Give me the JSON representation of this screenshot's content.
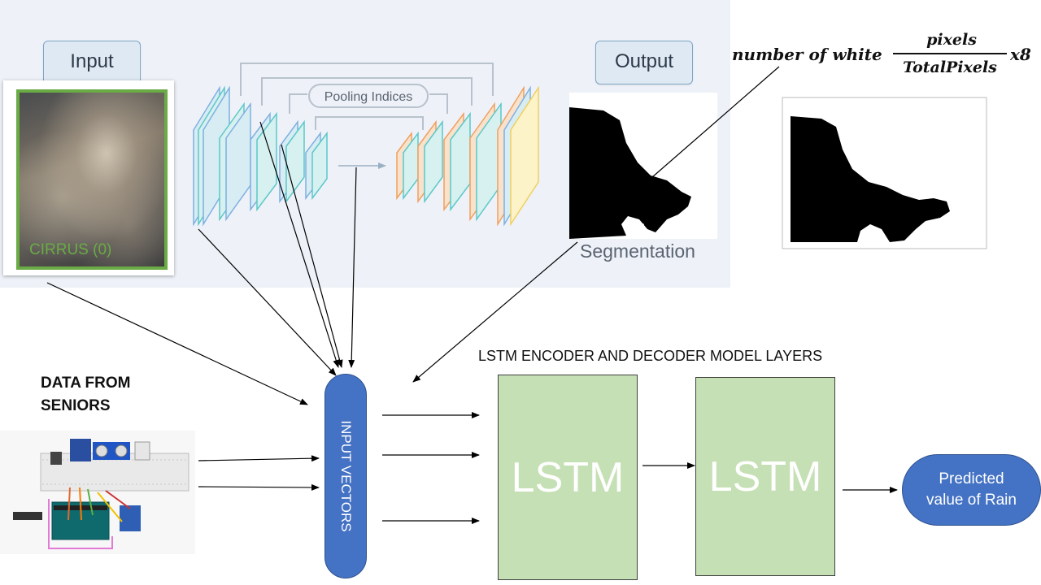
{
  "segnet": {
    "input_label": "Input",
    "output_label": "Output",
    "pooling_label": "Pooling Indices",
    "segmentation_label": "Segmentation",
    "cloud_class": "CIRRUS (0)"
  },
  "formula": {
    "prefix": "number of white",
    "numerator": "pixels",
    "denominator": "TotalPixels",
    "suffix": "x8"
  },
  "sensors": {
    "title_line1": "DATA FROM",
    "title_line2": "SENIORS"
  },
  "input_vectors": {
    "label": "INPUT VECTORS"
  },
  "lstm": {
    "title": "LSTM ENCODER AND DECODER MODEL LAYERS",
    "layer1": "LSTM",
    "layer2": "LSTM"
  },
  "output": {
    "line1": "Predicted",
    "line2": "value of Rain"
  },
  "colors": {
    "panel_bg": "#eef2f8",
    "cirrus_green": "#6aab45",
    "lstm_green": "#c5e0b4",
    "blue": "#4472c4"
  }
}
